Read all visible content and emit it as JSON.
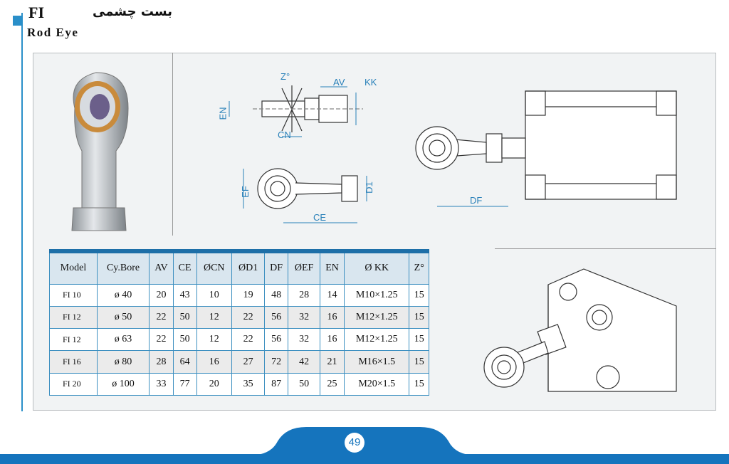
{
  "header": {
    "title_fa": "بست چشمی",
    "code": "FI",
    "title_en": "Rod Eye"
  },
  "drawing_labels": {
    "z": "Z°",
    "av": "AV",
    "kk": "KK",
    "en": "EN",
    "cn": "CN",
    "ef": "EF",
    "d1": "D1",
    "ce": "CE",
    "df": "DF"
  },
  "table": {
    "headers": [
      "Model",
      "Cy.Bore",
      "AV",
      "CE",
      "ØCN",
      "ØD1",
      "DF",
      "ØEF",
      "EN",
      "Ø KK",
      "Z°"
    ],
    "rows": [
      [
        "FI 10",
        "ø 40",
        "20",
        "43",
        "10",
        "19",
        "48",
        "28",
        "14",
        "M10×1.25",
        "15"
      ],
      [
        "FI 12",
        "ø 50",
        "22",
        "50",
        "12",
        "22",
        "56",
        "32",
        "16",
        "M12×1.25",
        "15"
      ],
      [
        "FI 12",
        "ø 63",
        "22",
        "50",
        "12",
        "22",
        "56",
        "32",
        "16",
        "M12×1.25",
        "15"
      ],
      [
        "FI 16",
        "ø 80",
        "28",
        "64",
        "16",
        "27",
        "72",
        "42",
        "21",
        "M16×1.5",
        "15"
      ],
      [
        "FI 20",
        "ø 100",
        "33",
        "77",
        "20",
        "35",
        "87",
        "50",
        "25",
        "M20×1.5",
        "15"
      ]
    ]
  },
  "footer": {
    "page_number": "49"
  },
  "colors": {
    "accent": "#1574bd",
    "table_border": "#3c8fc0",
    "header_row": "#d9e6ef",
    "panel": "#f1f3f4"
  }
}
